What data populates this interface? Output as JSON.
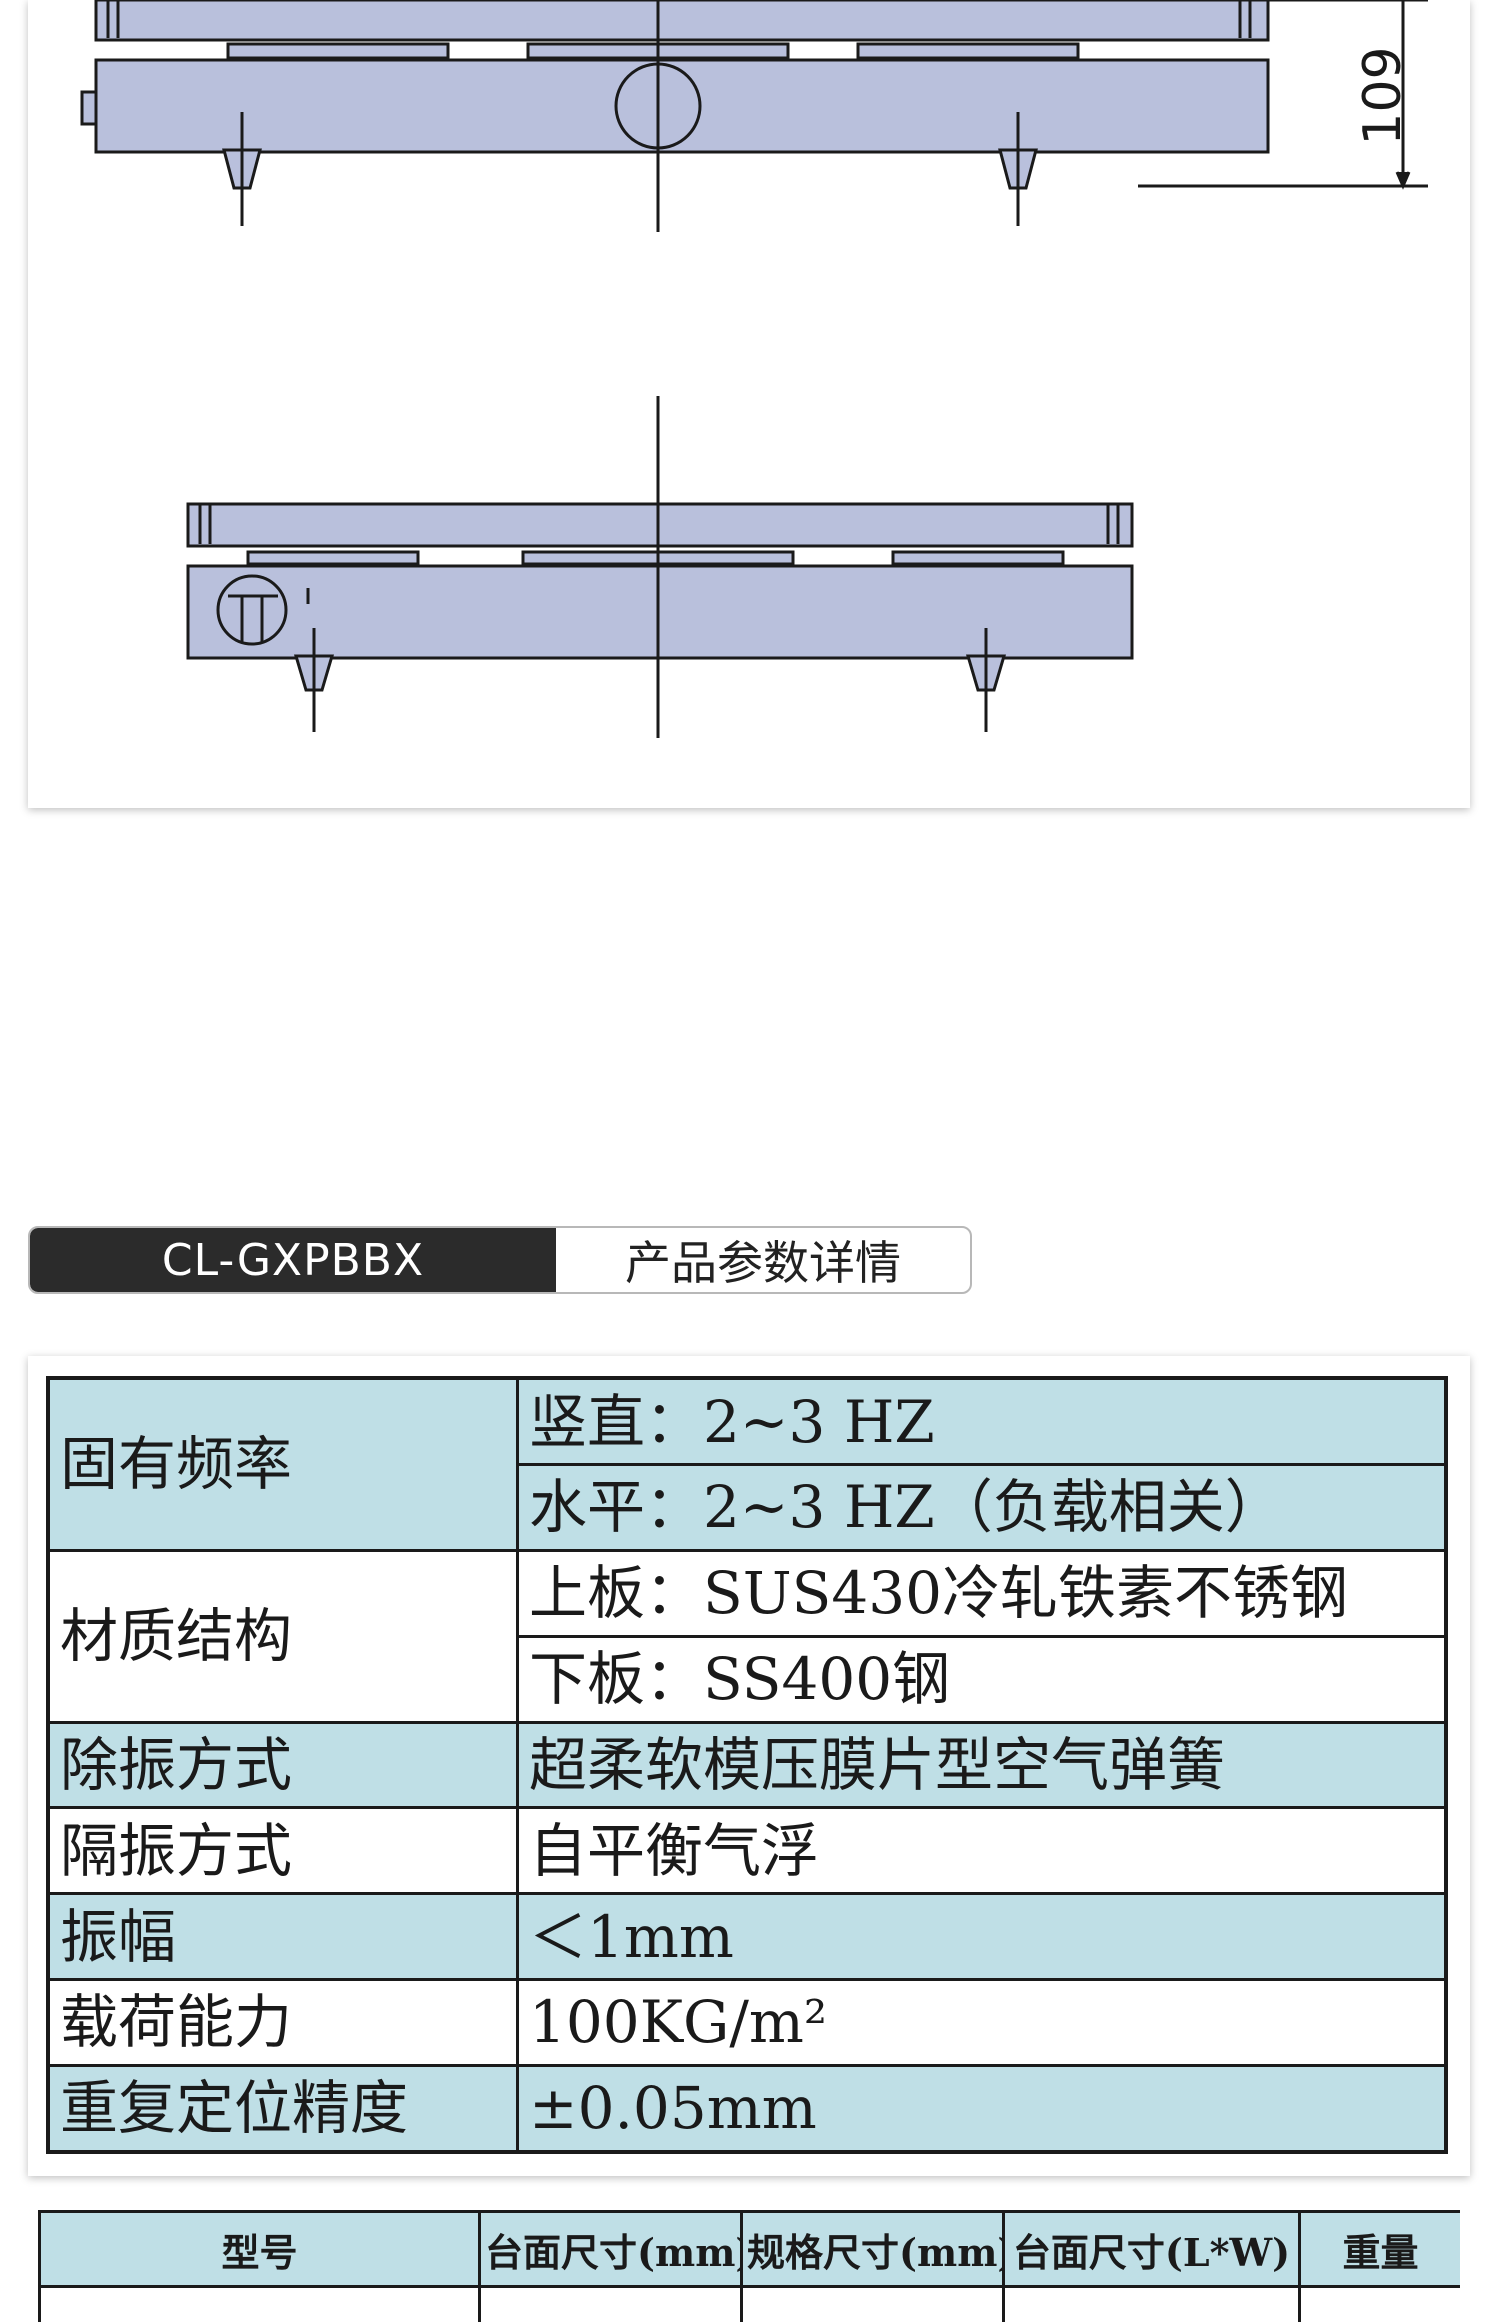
{
  "drawing": {
    "dimension_label": "109"
  },
  "header": {
    "model_code": "CL-GXPBBX",
    "caption": "产品参数详情"
  },
  "specs": {
    "natural_frequency": {
      "label": "固有频率",
      "vertical": "竖直：2~3 HZ",
      "horizontal": "水平：2~3 HZ（负载相关）"
    },
    "material": {
      "label": "材质结构",
      "upper": "上板：SUS430冷轧铁素不锈钢",
      "lower": "下板：SS400钢"
    },
    "vibration_removal": {
      "label": "除振方式",
      "value": "超柔软模压膜片型空气弹簧"
    },
    "isolation": {
      "label": "隔振方式",
      "value": "自平衡气浮"
    },
    "amplitude": {
      "label": "振幅",
      "value": "＜1mm"
    },
    "load_capacity": {
      "label": "载荷能力",
      "value": "100KG/m²"
    },
    "repeat_accuracy": {
      "label": "重复定位精度",
      "value": "±0.05mm"
    }
  },
  "model_table": {
    "headers": [
      "型号",
      "台面尺寸(mm)",
      "规格尺寸(mm)",
      "台面尺寸(L*W)",
      "重量"
    ]
  },
  "colors": {
    "table_blue": "#bfdfe6",
    "drawing_fill": "#b9c0dc",
    "tag_dark": "#2b2b2b"
  }
}
